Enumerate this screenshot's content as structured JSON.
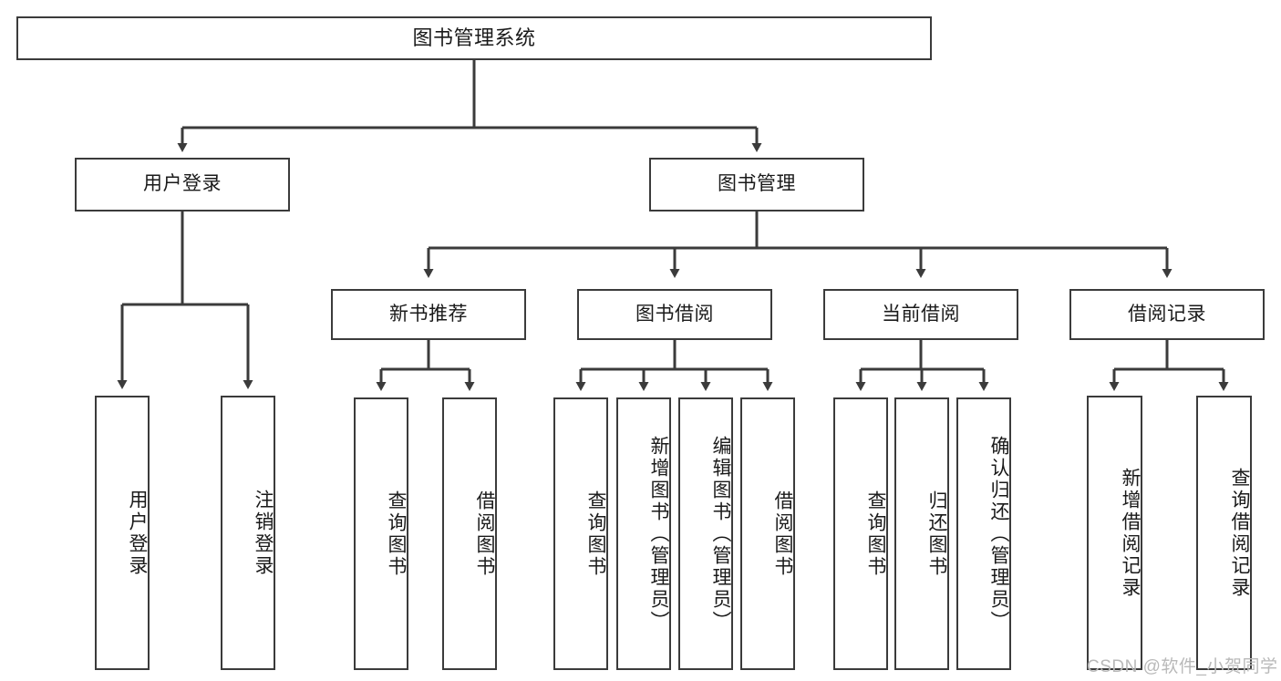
{
  "diagram": {
    "title_text": "图书管理系统",
    "type": "hierarchy-tree",
    "line_color": "#3b3b3b",
    "box_fill": "#ffffff",
    "text_color": "#1a1a1a",
    "watermark_color": "#b9b9b9"
  },
  "root": {
    "label": "图书管理系统"
  },
  "level2": [
    {
      "label": "用户登录"
    },
    {
      "label": "图书管理"
    }
  ],
  "level3": [
    {
      "label": "新书推荐"
    },
    {
      "label": "图书借阅"
    },
    {
      "label": "当前借阅"
    },
    {
      "label": "借阅记录"
    }
  ],
  "leaves": {
    "user_login": [
      {
        "label": "用户登录"
      },
      {
        "label": "注销登录"
      }
    ],
    "new_book_recommend": [
      {
        "label": "查询图书"
      },
      {
        "label": "借阅图书"
      }
    ],
    "book_borrow": [
      {
        "label": "查询图书"
      },
      {
        "label": "新增图书（管理员）"
      },
      {
        "label": "编辑图书（管理员）"
      },
      {
        "label": "借阅图书"
      }
    ],
    "current_borrow": [
      {
        "label": "查询图书"
      },
      {
        "label": "归还图书"
      },
      {
        "label": "确认归还（管理员）"
      }
    ],
    "borrow_record": [
      {
        "label": "新增借阅记录"
      },
      {
        "label": "查询借阅记录"
      }
    ]
  },
  "watermark": {
    "text": "CSDN @软件_小贺同学"
  }
}
